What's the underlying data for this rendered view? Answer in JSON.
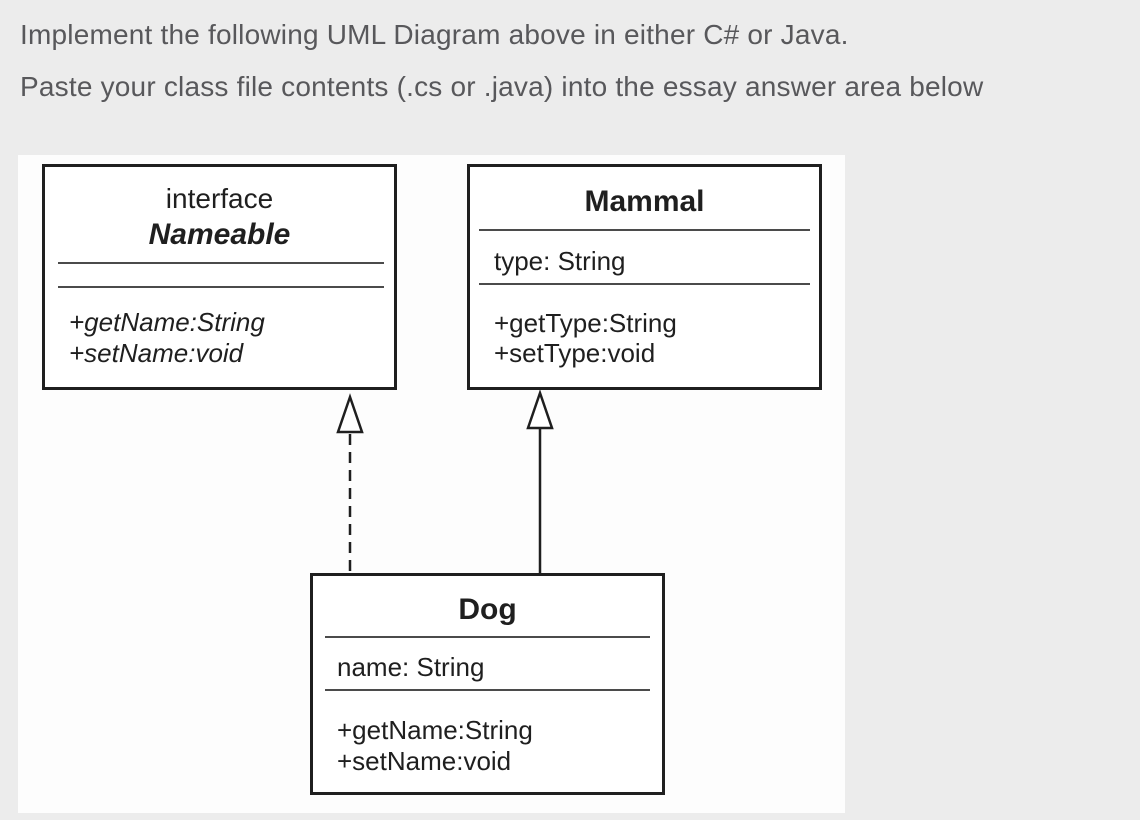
{
  "instructions": {
    "line1": "Implement the following UML Diagram above in either C# or Java.",
    "line2": "Paste your class file contents (.cs or .java) into the essay answer area below"
  },
  "diagram": {
    "type": "uml-class-diagram",
    "nameable": {
      "stereotype": "interface",
      "name": "Nameable",
      "attributes": [],
      "methods": [
        "+getName:String",
        "+setName:void"
      ]
    },
    "mammal": {
      "name": "Mammal",
      "attributes": [
        "type: String"
      ],
      "methods": [
        "+getType:String",
        "+setType:void"
      ]
    },
    "dog": {
      "name": "Dog",
      "attributes": [
        "name: String"
      ],
      "methods": [
        "+getName:String",
        "+setName:void"
      ]
    },
    "relationships": [
      {
        "from": "Dog",
        "to": "Nameable",
        "kind": "realization",
        "line": "dashed",
        "arrowhead": "hollow-triangle"
      },
      {
        "from": "Dog",
        "to": "Mammal",
        "kind": "generalization",
        "line": "solid",
        "arrowhead": "hollow-triangle"
      }
    ],
    "colors": {
      "page_background": "#ececec",
      "panel_background": "#fdfdfd",
      "box_border": "#1f1f1f",
      "separator": "#4b4b4b",
      "text": "#1f1f1f",
      "instruction_text": "#58585b"
    }
  }
}
